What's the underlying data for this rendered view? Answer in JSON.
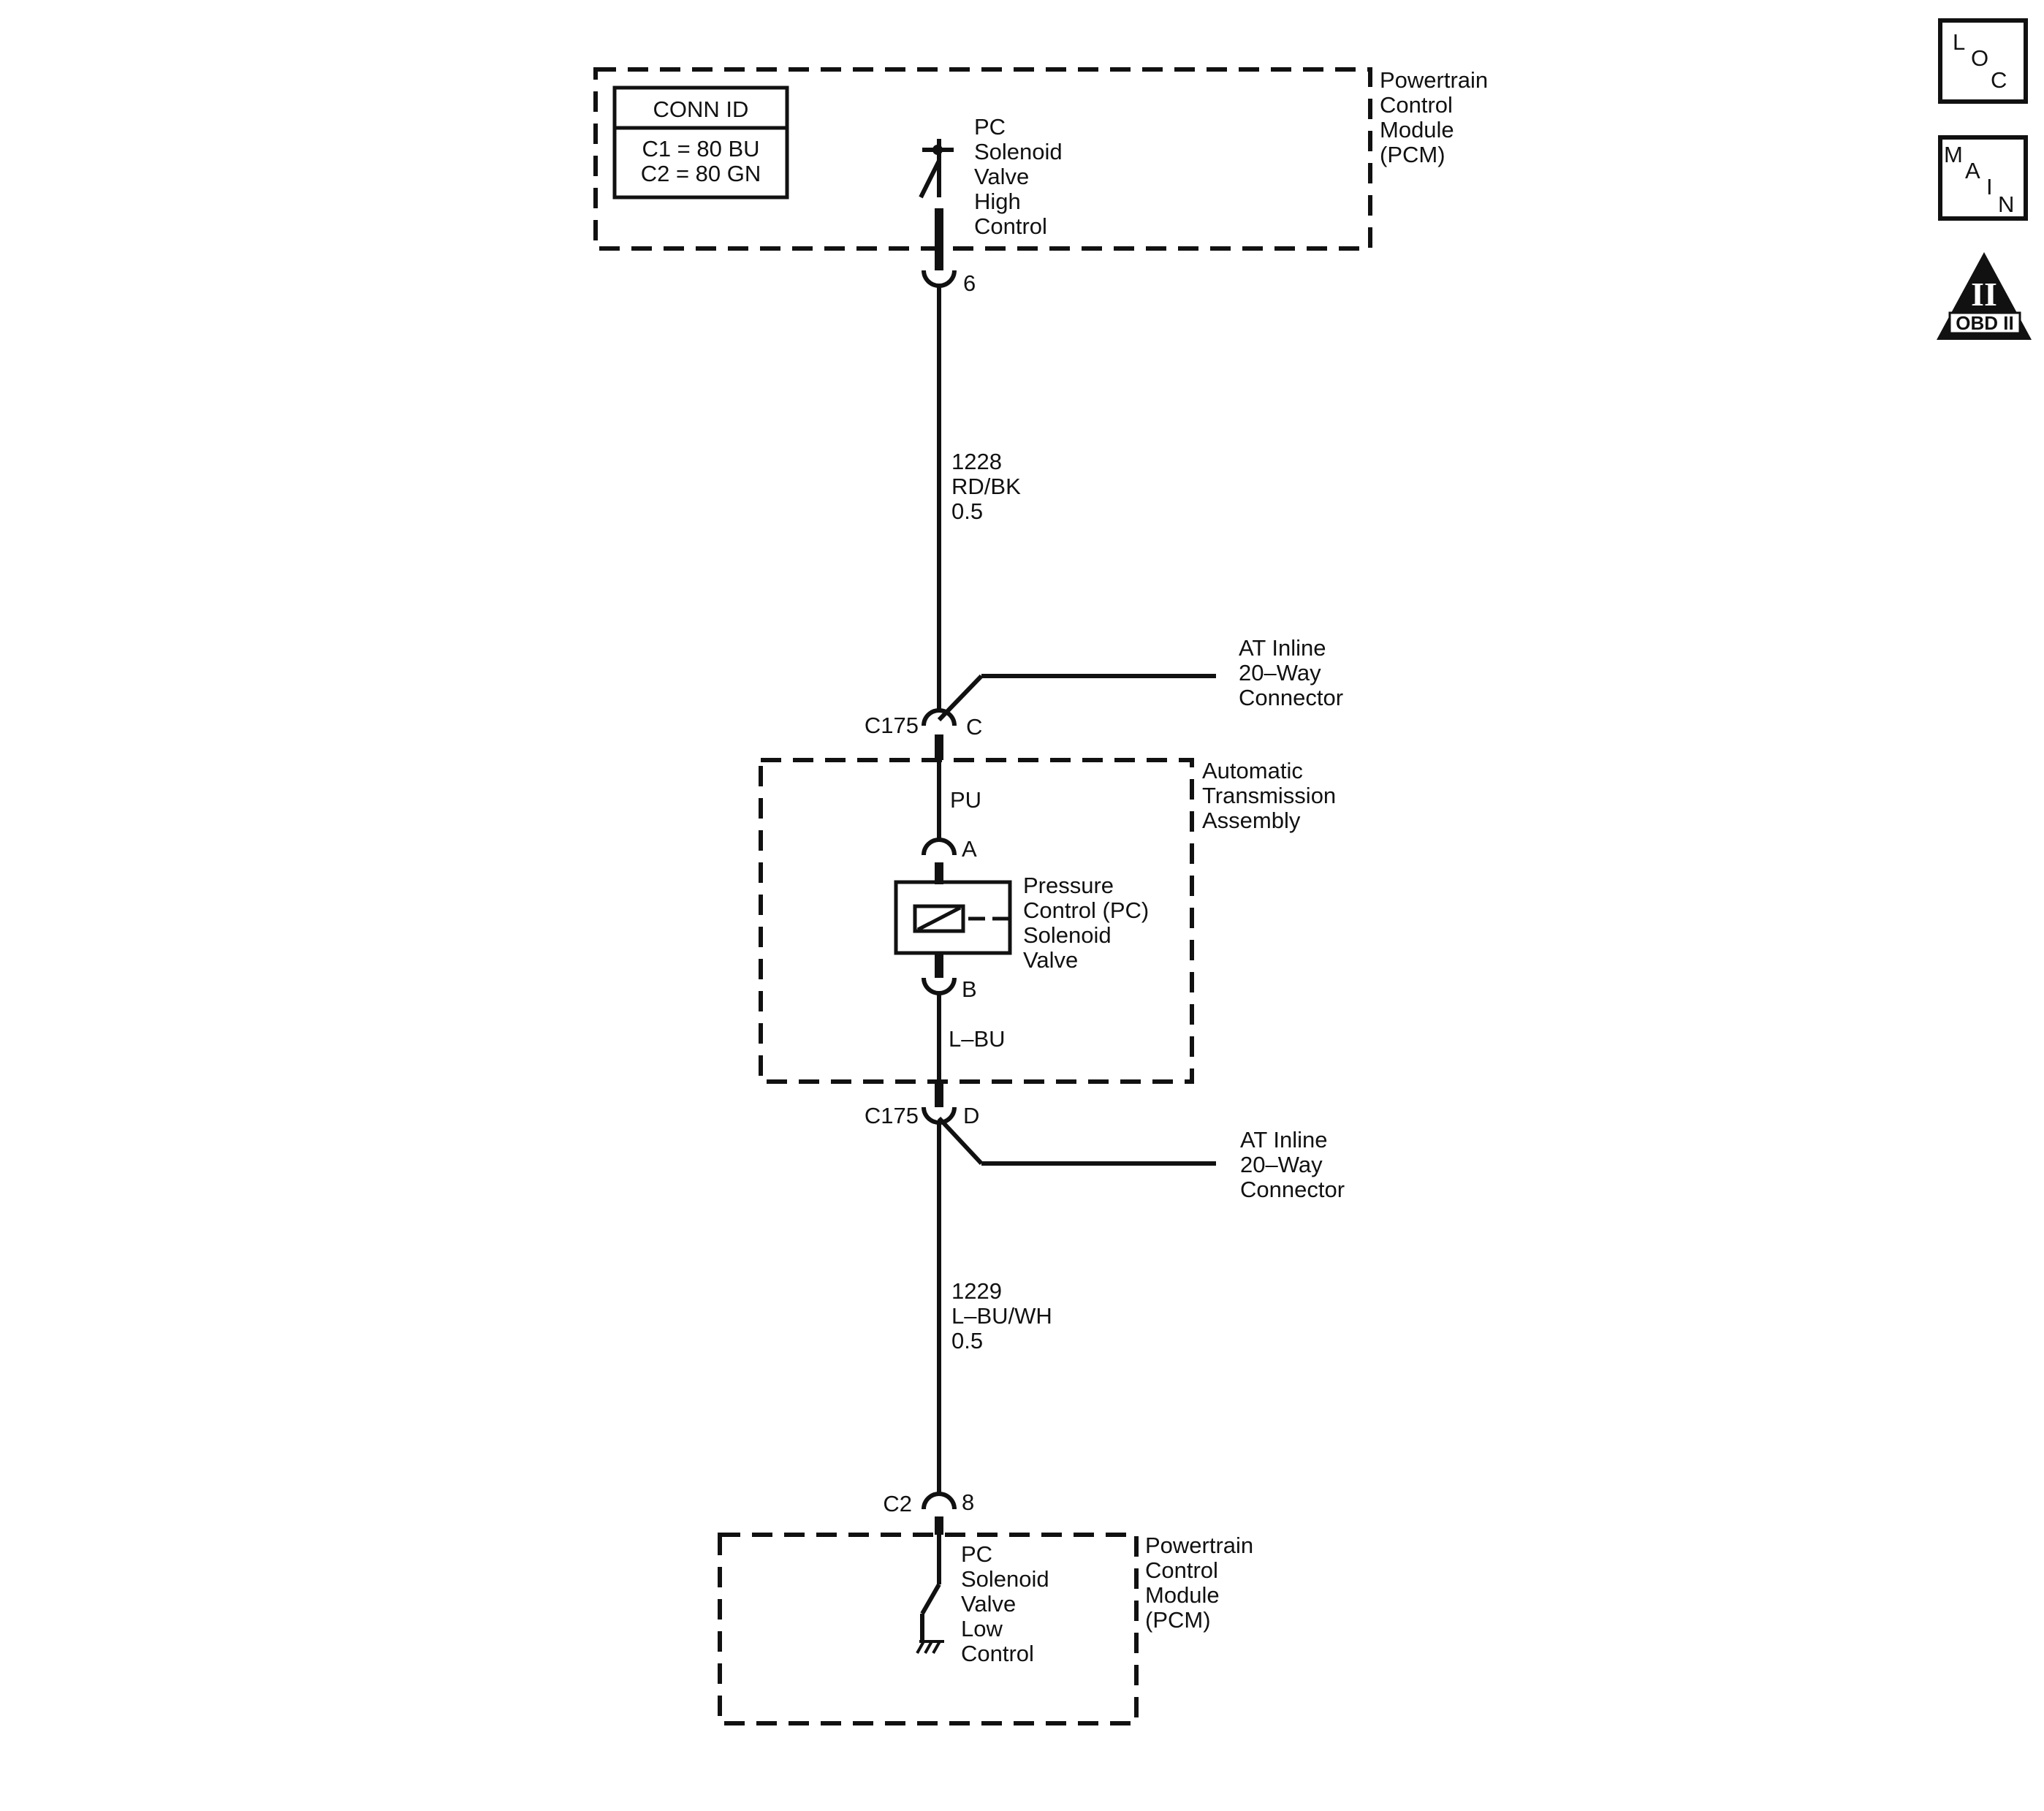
{
  "top_module": {
    "name_lines": [
      "Powertrain",
      "Control",
      "Module",
      "(PCM)"
    ],
    "conn_id": {
      "header": "CONN ID",
      "rows": [
        "C1 = 80 BU",
        "C2 = 80 GN"
      ]
    },
    "switch_lines": [
      "PC",
      "Solenoid",
      "Valve",
      "High",
      "Control"
    ],
    "pin": "6"
  },
  "wire_upper": {
    "lines": [
      "1228",
      "RD/BK",
      "0.5"
    ]
  },
  "connector_upper": {
    "id": "C175",
    "pin": "C",
    "name_lines": [
      "AT Inline",
      "20–Way",
      "Connector"
    ]
  },
  "transmission": {
    "name_lines": [
      "Automatic",
      "Transmission",
      "Assembly"
    ],
    "wire_top_color": "PU",
    "pin_a": "A",
    "pin_b": "B",
    "solenoid_lines": [
      "Pressure",
      "Control (PC)",
      "Solenoid",
      "Valve"
    ],
    "wire_bottom_color": "L–BU"
  },
  "connector_lower": {
    "id": "C175",
    "pin": "D",
    "name_lines": [
      "AT Inline",
      "20–Way",
      "Connector"
    ]
  },
  "wire_lower": {
    "lines": [
      "1229",
      "L–BU/WH",
      "0.5"
    ]
  },
  "bottom_module": {
    "connector_id": "C2",
    "pin": "8",
    "name_lines": [
      "Powertrain",
      "Control",
      "Module",
      "(PCM)"
    ],
    "switch_lines": [
      "PC",
      "Solenoid",
      "Valve",
      "Low",
      "Control"
    ]
  },
  "badges": {
    "loc": [
      "L",
      "O",
      "C"
    ],
    "main": [
      "M",
      "A",
      "I",
      "N"
    ],
    "obd": {
      "numeral": "II",
      "label": "OBD II"
    }
  }
}
